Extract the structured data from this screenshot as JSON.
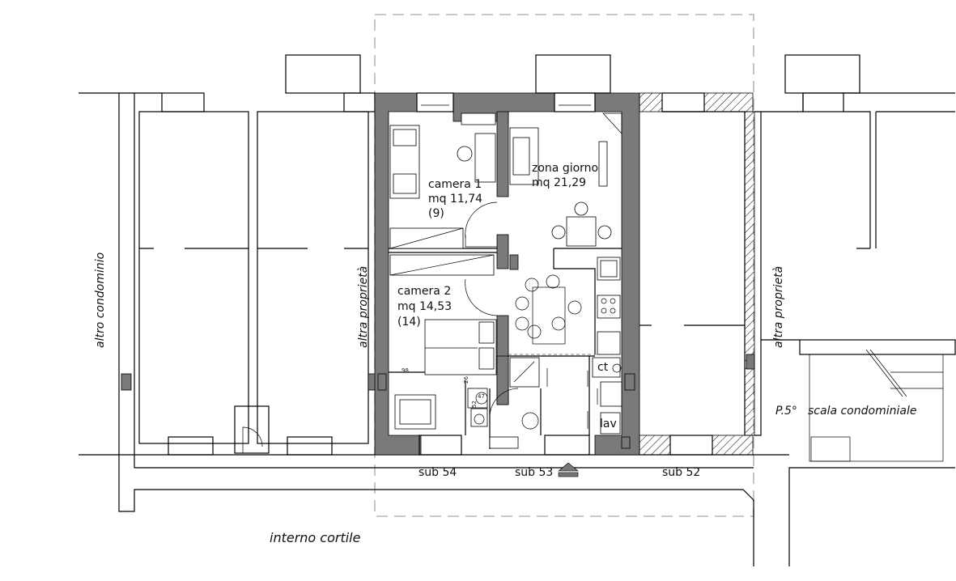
{
  "rooms": {
    "camera1": {
      "name": "camera 1",
      "area": "mq 11,74",
      "note": "(9)"
    },
    "zona_giorno": {
      "name": "zona giorno",
      "area": "mq 21,29"
    },
    "camera2": {
      "name": "camera 2",
      "area": "mq 14,53",
      "note": "(14)"
    },
    "ct": "ct",
    "lav": "lav"
  },
  "labels": {
    "altro_condominio": "altro condominio",
    "altra_proprieta_left": "altra proprietà",
    "altra_proprieta_right": "altra proprietà",
    "sub_54": "sub 54",
    "sub_53": "sub 53",
    "sub_52": "sub 52",
    "floor": "P.5°",
    "scala": "scala condominiale",
    "cortile": "interno cortile"
  },
  "dimensions": {
    "d98": "98",
    "d26": "26",
    "d52": "52",
    "d47": "47"
  },
  "colors": {
    "wall_gray": "#7a7a7a",
    "dashed_outline": "#b5b5b5"
  }
}
